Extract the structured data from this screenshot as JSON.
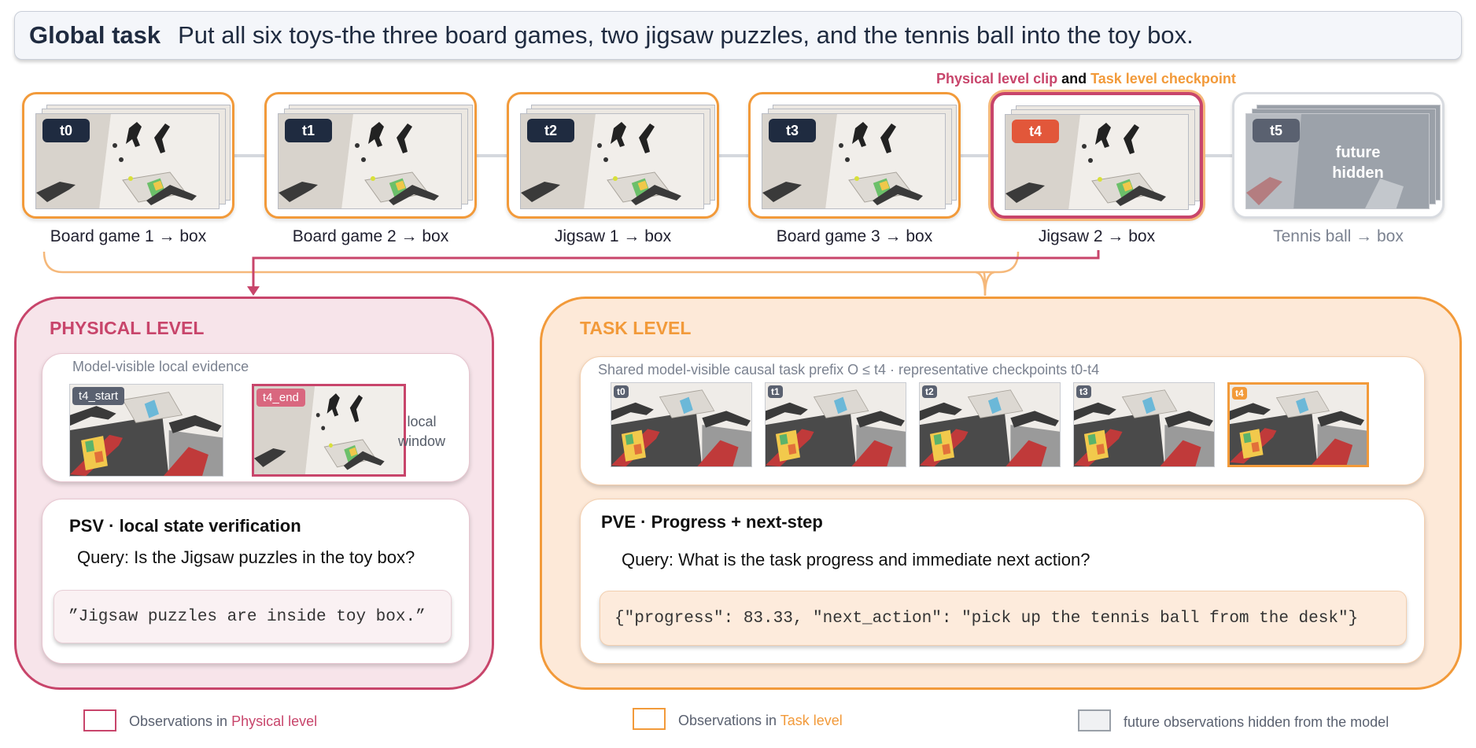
{
  "global_task": {
    "label": "Global task",
    "text": "Put all six toys-the three board games, two jigsaw puzzles, and the tennis ball into the toy box."
  },
  "legend_top": {
    "physical": "Physical level clip",
    "and": " and ",
    "task": "Task level checkpoint"
  },
  "timeline": [
    {
      "badge": "t0",
      "caption": "Board game 1 → box",
      "state": "task"
    },
    {
      "badge": "t1",
      "caption": "Board game 2 → box",
      "state": "task"
    },
    {
      "badge": "t2",
      "caption": "Jigsaw 1 → box",
      "state": "task"
    },
    {
      "badge": "t3",
      "caption": "Board game 3 → box",
      "state": "task"
    },
    {
      "badge": "t4",
      "caption": "Jigsaw 2 → box",
      "state": "physical-and-task"
    },
    {
      "badge": "t5",
      "caption": "Tennis ball → box",
      "state": "hidden",
      "overlay": "future\nhidden"
    }
  ],
  "physical": {
    "title": "PHYSICAL LEVEL",
    "evidence_label": "Model-visible local evidence",
    "start_badge": "t4_start",
    "end_badge": "t4_end",
    "window_label": "local\nwindow",
    "section_title": "PSV · local state verification",
    "query": "Query: Is the Jigsaw puzzles in the toy box?",
    "answer": "”Jigsaw puzzles are inside toy box.”"
  },
  "task": {
    "title": "TASK LEVEL",
    "evidence_label": "Shared model-visible causal task prefix O ≤ t4 · representative checkpoints t0-t4",
    "checkpoints": [
      "t0",
      "t1",
      "t2",
      "t3",
      "t4"
    ],
    "section_title": "PVE · Progress + next-step",
    "query": "Query: What is the task progress and immediate next action?",
    "answer": "{\"progress\": 83.33, \"next_action\": \"pick up the tennis ball from the desk\"}"
  },
  "legend_bottom": {
    "physical_prefix": "Observations in ",
    "physical_colored": "Physical level",
    "task_prefix": "Observations in ",
    "task_colored": "Task level",
    "hidden": "future observations hidden from the model"
  },
  "colors": {
    "physical": "#c8456b",
    "task": "#f29a3a",
    "hidden": "#d8dbe0",
    "badge_dark": "#1f2b40"
  }
}
